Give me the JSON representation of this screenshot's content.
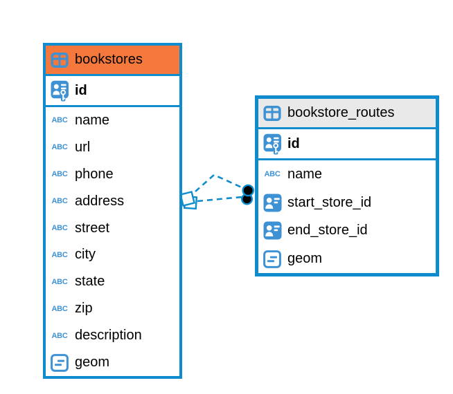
{
  "diagram": {
    "background": "#FFFFFF",
    "colors": {
      "accent_blue": "#0E8CCE",
      "icon_blue": "#3E92D4",
      "bookstores_header": "#F5793C",
      "routes_header": "#E9E9E9",
      "text": "#000000",
      "marker_fill": "#000000"
    },
    "text_icon_label": "ABC",
    "tables": [
      {
        "name": "bookstores",
        "header_color": "#F5793C",
        "icon": "table-icon",
        "columns": [
          {
            "name": "id",
            "type_icon": "primary-key-icon",
            "primary": true
          },
          {
            "name": "name",
            "type_icon": "text-type-icon"
          },
          {
            "name": "url",
            "type_icon": "text-type-icon"
          },
          {
            "name": "phone",
            "type_icon": "text-type-icon"
          },
          {
            "name": "address",
            "type_icon": "text-type-icon"
          },
          {
            "name": "street",
            "type_icon": "text-type-icon"
          },
          {
            "name": "city",
            "type_icon": "text-type-icon"
          },
          {
            "name": "state",
            "type_icon": "text-type-icon"
          },
          {
            "name": "zip",
            "type_icon": "text-type-icon"
          },
          {
            "name": "description",
            "type_icon": "text-type-icon"
          },
          {
            "name": "geom",
            "type_icon": "geometry-type-icon"
          }
        ]
      },
      {
        "name": "bookstore_routes",
        "header_color": "#E9E9E9",
        "icon": "table-icon",
        "columns": [
          {
            "name": "id",
            "type_icon": "primary-key-icon",
            "primary": true
          },
          {
            "name": "name",
            "type_icon": "text-type-icon"
          },
          {
            "name": "start_store_id",
            "type_icon": "foreign-key-icon"
          },
          {
            "name": "end_store_id",
            "type_icon": "foreign-key-icon"
          },
          {
            "name": "geom",
            "type_icon": "geometry-type-icon"
          }
        ]
      }
    ],
    "relationships": [
      {
        "from_table": "bookstore_routes",
        "from_column": "start_store_id",
        "to_table": "bookstores",
        "to_column": "id",
        "style": "dashed"
      },
      {
        "from_table": "bookstore_routes",
        "from_column": "end_store_id",
        "to_table": "bookstores",
        "to_column": "id",
        "style": "dashed"
      }
    ]
  }
}
